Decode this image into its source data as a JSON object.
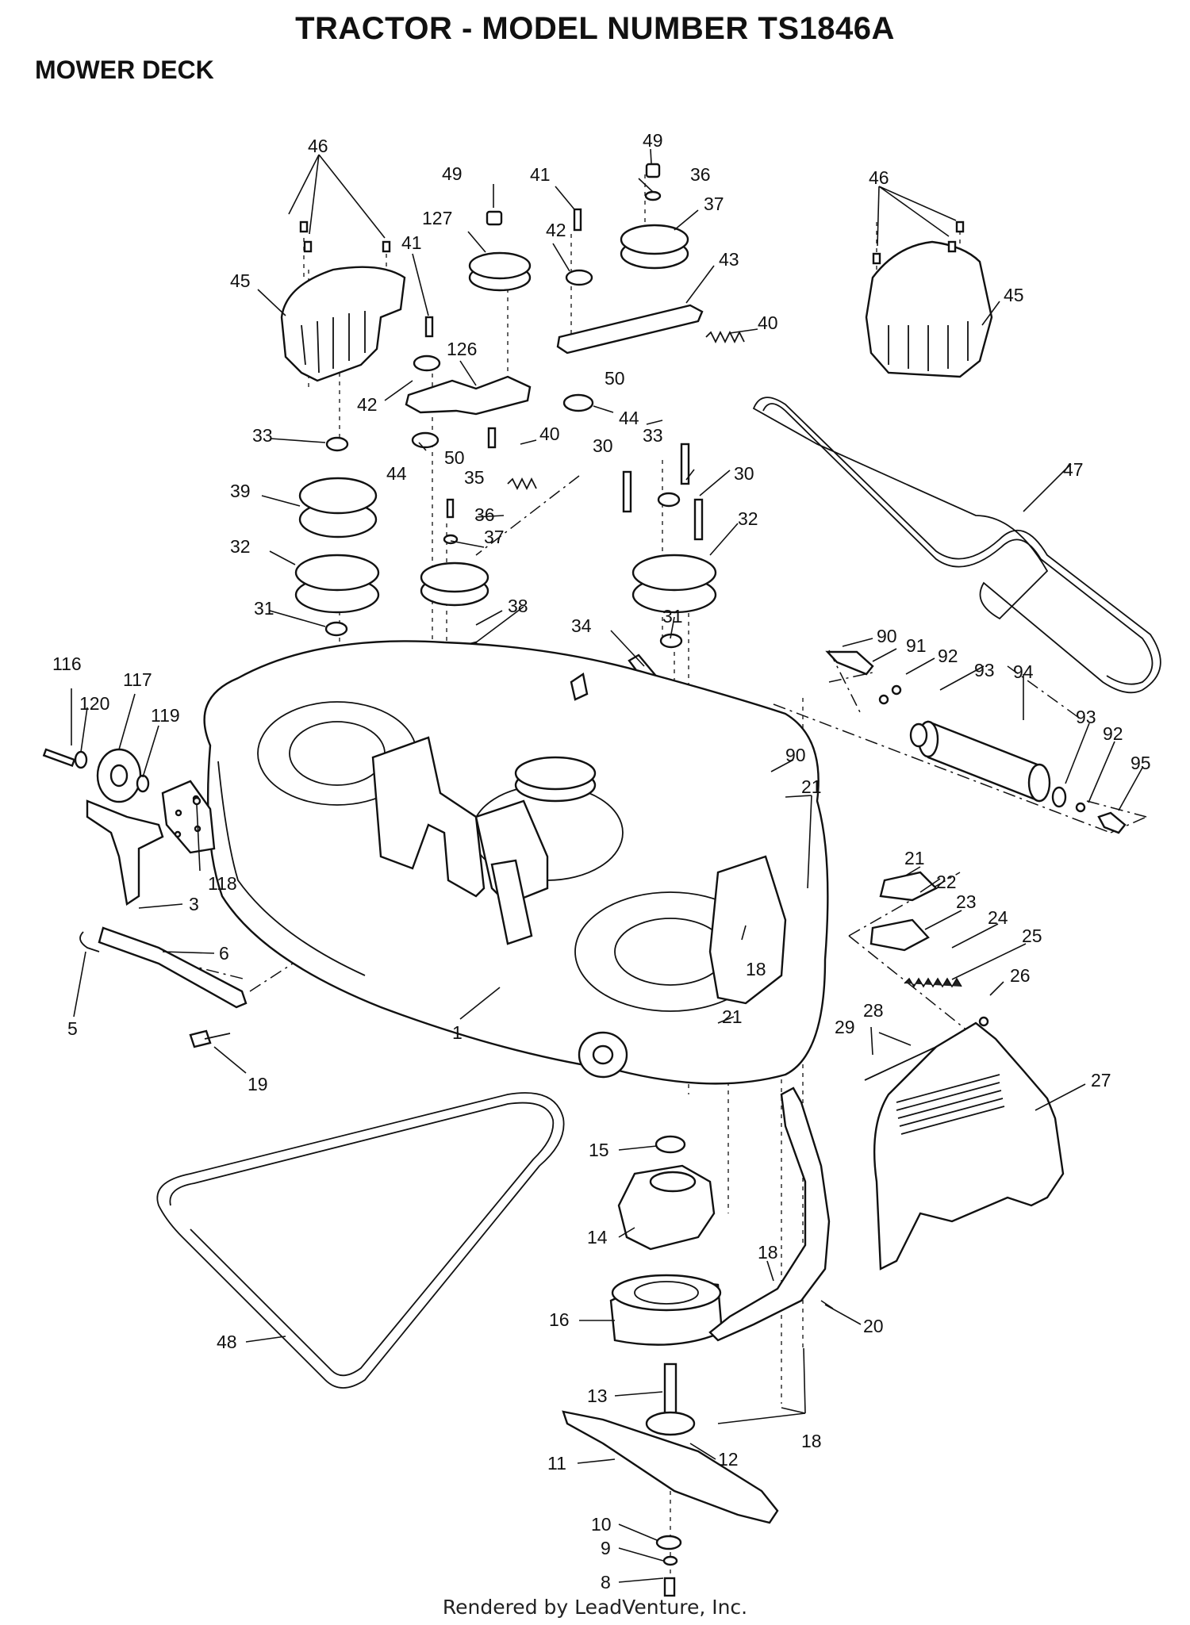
{
  "header": {
    "title": "TRACTOR - MODEL NUMBER TS1846A",
    "subtitle": "MOWER DECK"
  },
  "footer": {
    "rendered_by": "Rendered by LeadVenture, Inc."
  },
  "callouts": {
    "c46a": "46",
    "c46b": "46",
    "c49a": "49",
    "c49b": "49",
    "c41a": "41",
    "c41b": "41",
    "c36a": "36",
    "c36b": "36",
    "c37a": "37",
    "c37b": "37",
    "c127": "127",
    "c42a": "42",
    "c42b": "42",
    "c43": "43",
    "c45a": "45",
    "c45b": "45",
    "c126": "126",
    "c40a": "40",
    "c40b": "40",
    "c50a": "50",
    "c50b": "50",
    "c44a": "44",
    "c44b": "44",
    "c33a": "33",
    "c33b": "33",
    "c35": "35",
    "c30a": "30",
    "c30b": "30",
    "c39": "39",
    "c32a": "32",
    "c32b": "32",
    "c47": "47",
    "c31a": "31",
    "c31b": "31",
    "c38": "38",
    "c34": "34",
    "c90a": "90",
    "c90b": "90",
    "c91": "91",
    "c92a": "92",
    "c92b": "92",
    "c93a": "93",
    "c93b": "93",
    "c94": "94",
    "c95": "95",
    "c116": "116",
    "c117": "117",
    "c120": "120",
    "c119": "119",
    "c118": "118",
    "c3": "3",
    "c6": "6",
    "c5": "5",
    "c19": "19",
    "c1": "1",
    "c21a": "21",
    "c21b": "21",
    "c21c": "21",
    "c22": "22",
    "c23": "23",
    "c24": "24",
    "c25": "25",
    "c26": "26",
    "c28": "28",
    "c29": "29",
    "c27": "27",
    "c18a": "18",
    "c18b": "18",
    "c18c": "18",
    "c15": "15",
    "c14": "14",
    "c16": "16",
    "c20": "20",
    "c48": "48",
    "c13": "13",
    "c12": "12",
    "c11": "11",
    "c10": "10",
    "c9": "9",
    "c8": "8"
  }
}
